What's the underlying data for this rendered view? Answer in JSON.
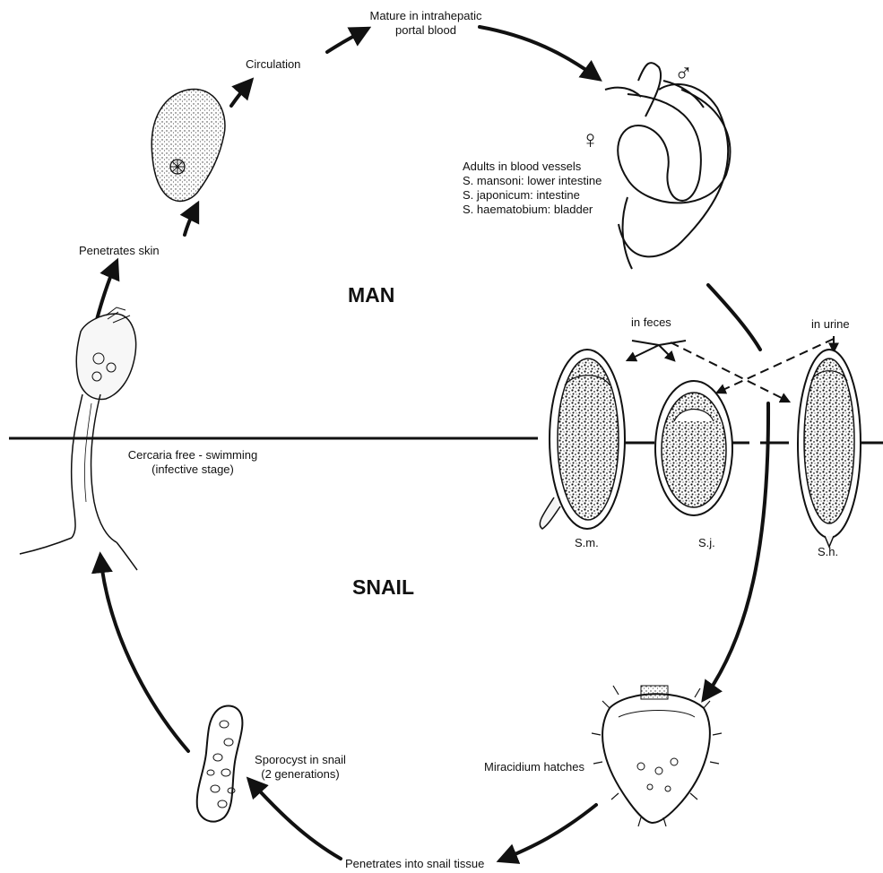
{
  "zones": {
    "upper": "MAN",
    "lower": "SNAIL"
  },
  "stages": {
    "mature": {
      "line1": "Mature in intrahepatic",
      "line2": "portal blood"
    },
    "circulation": "Circulation",
    "penetrates_skin": "Penetrates skin",
    "adults": {
      "line1": "Adults in blood vessels",
      "line2": "S. mansoni: lower intestine",
      "line3": "S. japonicum: intestine",
      "line4": "S. haematobium: bladder"
    },
    "in_feces": "in feces",
    "in_urine": "in urine",
    "cercaria": {
      "line1": "Cercaria free - swimming",
      "line2": "(infective stage)"
    },
    "miracidium": "Miracidium hatches",
    "sporocyst": {
      "line1": "Sporocyst in snail",
      "line2": "(2 generations)"
    },
    "penetrates_snail": "Penetrates into snail tissue"
  },
  "eggs": {
    "sm": "S.m.",
    "sj": "S.j.",
    "sh": "S.h."
  },
  "symbols": {
    "male": "♂",
    "female": "♀"
  }
}
